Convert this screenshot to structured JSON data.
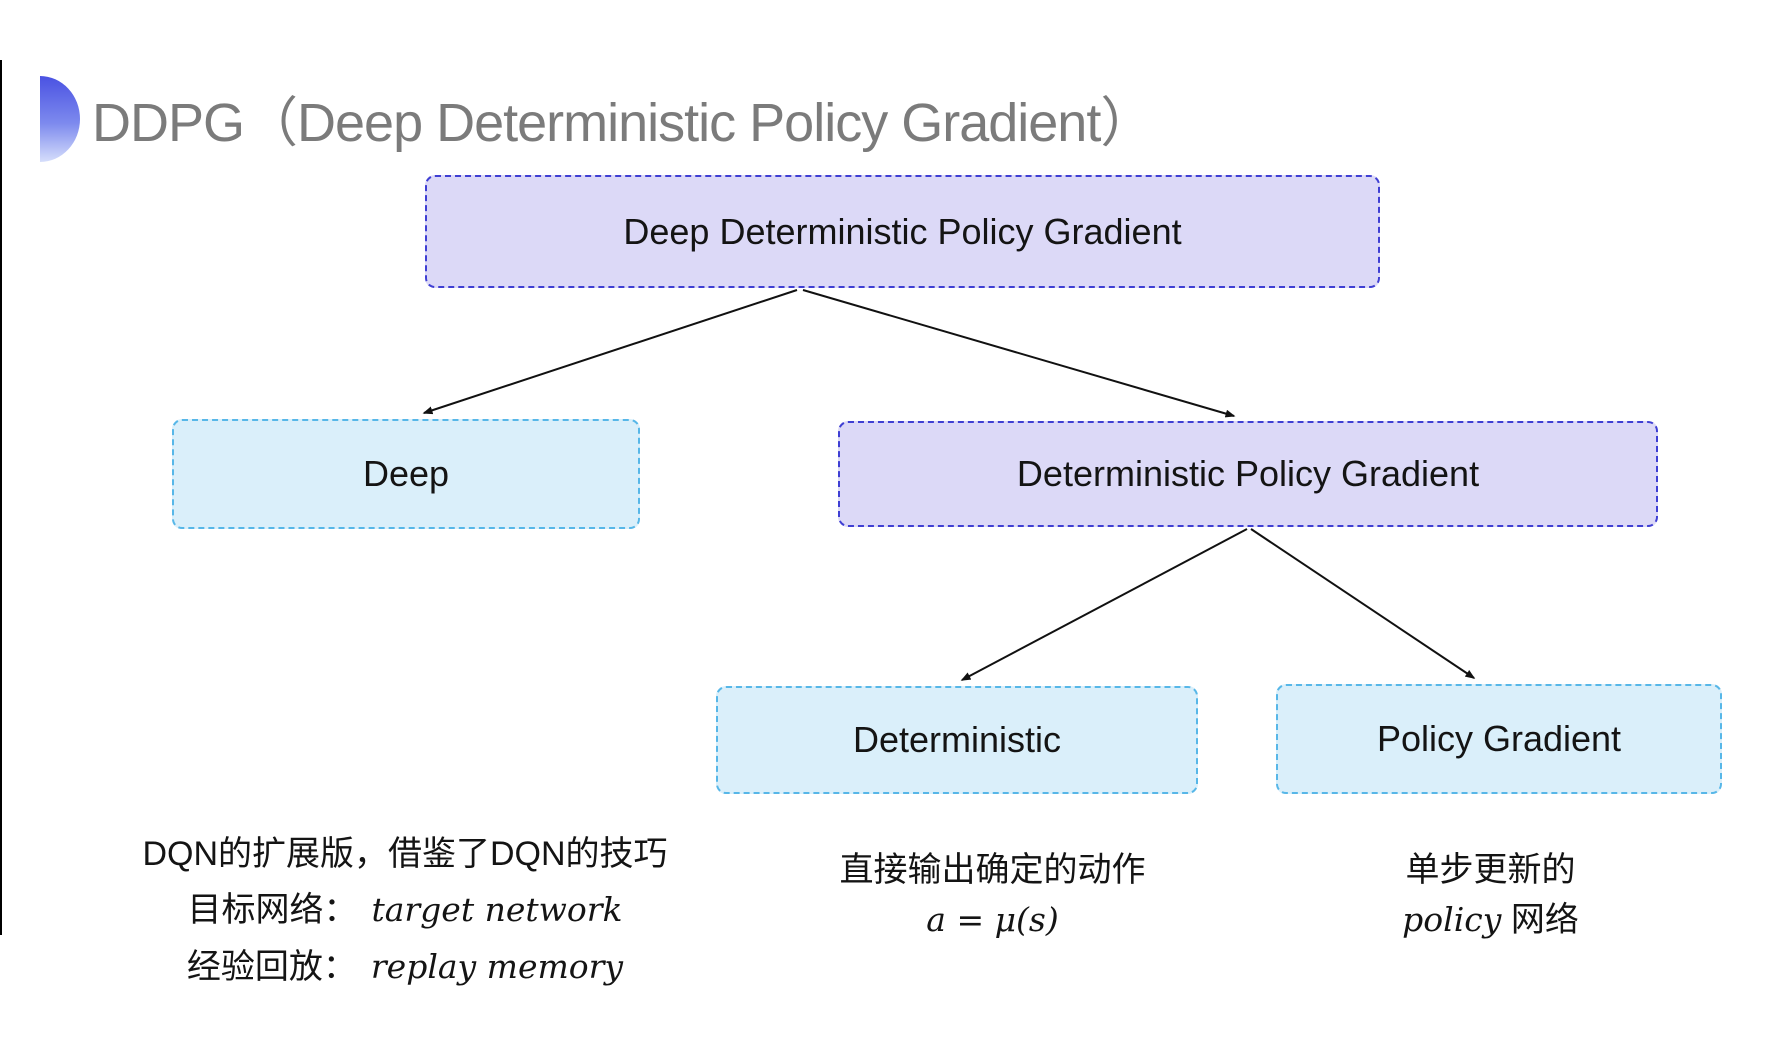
{
  "header": {
    "title": "DDPG（Deep Deterministic Policy Gradient）",
    "accent_icon": "gradient-half-circle"
  },
  "diagram": {
    "nodes": [
      {
        "id": "ddpg",
        "label": "Deep Deterministic Policy Gradient",
        "style": "purple"
      },
      {
        "id": "deep",
        "label": "Deep",
        "style": "cyan"
      },
      {
        "id": "dpg",
        "label": "Deterministic Policy Gradient",
        "style": "purple"
      },
      {
        "id": "deterministic",
        "label": "Deterministic",
        "style": "cyan"
      },
      {
        "id": "policy_gradient",
        "label": "Policy Gradient",
        "style": "cyan"
      }
    ],
    "edges": [
      {
        "from": "ddpg",
        "to": "deep"
      },
      {
        "from": "ddpg",
        "to": "dpg"
      },
      {
        "from": "dpg",
        "to": "deterministic"
      },
      {
        "from": "dpg",
        "to": "policy_gradient"
      }
    ]
  },
  "notes": {
    "left": {
      "line1": "DQN的扩展版，借鉴了DQN的技巧",
      "line2_label": "目标网络：",
      "line2_term": "target network",
      "line3_label": "经验回放：",
      "line3_term": "replay memory"
    },
    "middle": {
      "line1": "直接输出确定的动作",
      "formula": "a = μ(s)"
    },
    "right": {
      "line1": "单步更新的",
      "term": "policy",
      "suffix": " 网络"
    }
  },
  "colors": {
    "purple_fill": "#dcd9f7",
    "purple_border": "#3f3fd3",
    "cyan_fill": "#daeffa",
    "cyan_border": "#57b7e8",
    "title_gray": "#7b7b7b",
    "text_black": "#141414",
    "accent_blue_top": "#4a52e2",
    "accent_blue_bottom": "#d6defb"
  }
}
